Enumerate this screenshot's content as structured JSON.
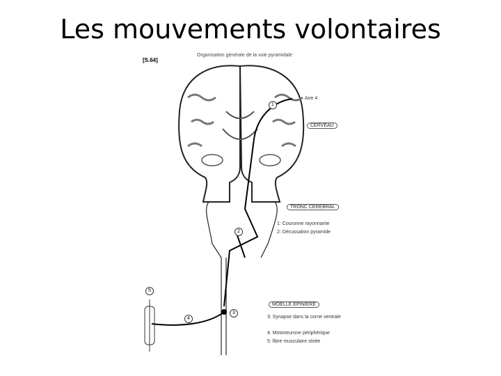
{
  "slide": {
    "title": "Les mouvements volontaires"
  },
  "figure": {
    "ref": "[S.64]",
    "caption": "Organisation générale de la voie pyramidale",
    "area_label": "Aire 4",
    "brain_box": "CERVEAU",
    "brainstem_box": "TRONC CEREBRAL",
    "brainstem_items": [
      "1: Couronne rayonnante",
      "2: Décussation pyramide"
    ],
    "spinal_box": "MOELLE EPINIERE",
    "spinal_items": [
      "3: Synapse dans la corne ventrale",
      "4: Motoneurone périphérique",
      "5: fibre musculaire striée"
    ],
    "markers": [
      "1",
      "2",
      "3",
      "4",
      "5"
    ]
  }
}
